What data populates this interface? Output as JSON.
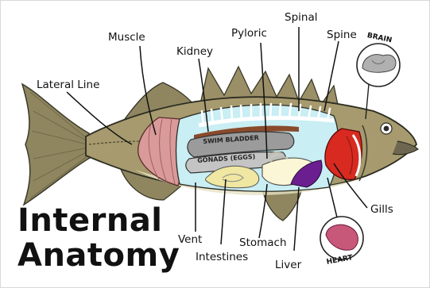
{
  "title": {
    "line1": "Internal",
    "line2": "Anatomy"
  },
  "labels": {
    "spinal": "Spinal",
    "pyloric": "Pyloric",
    "spine": "Spine",
    "brain": "BRAIN",
    "muscle": "Muscle",
    "kidney": "Kidney",
    "lateral_line": "Lateral Line",
    "swim_bladder": "SWIM BLADDER",
    "gonads": "GONADS (EGGS)",
    "gills": "Gills",
    "vent": "Vent",
    "stomach": "Stomach",
    "intestines": "Intestines",
    "liver": "Liver",
    "heart": "HEART"
  },
  "colors": {
    "fish_body": "#a69a6e",
    "belly": "#e7e2c6",
    "muscle": "#d99a9a",
    "cavity": "#c9eef4",
    "swim_bladder": "#9b9b9b",
    "gonads": "#c4c4c4",
    "gills": "#d82a20",
    "liver": "#6b1e8f",
    "intestines": "#efe7a2",
    "heart": "#c8587a"
  }
}
